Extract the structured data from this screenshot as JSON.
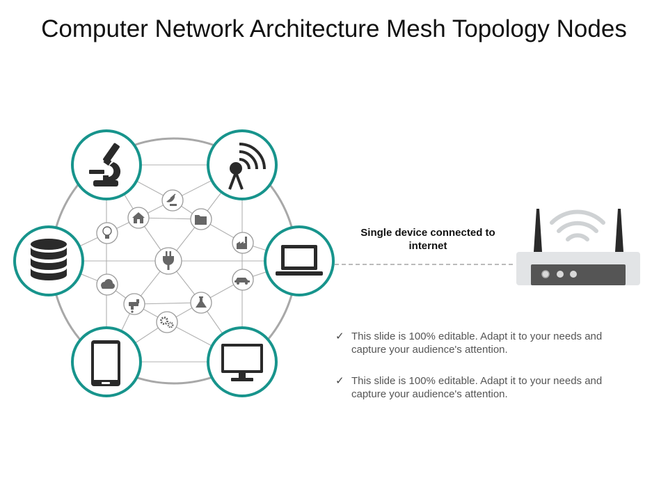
{
  "title": "Computer Network Architecture Mesh Topology Nodes",
  "router_label": "Single device connected to internet",
  "bullets": [
    "This slide is 100% editable. Adapt it to your needs and capture your audience's attention.",
    "This slide is 100% editable. Adapt it to your needs and capture your audience's attention."
  ],
  "colors": {
    "accent": "#17948c",
    "mesh_line": "#b0b0b0",
    "big_circle": "#a8a8a8",
    "small_node_border": "#9a9a9a",
    "icon": "#2a2a2a",
    "router_body": "#e2e4e6",
    "router_panel": "#555555"
  },
  "outer_nodes": [
    {
      "icon": "microscope-icon"
    },
    {
      "icon": "satellite-antenna-icon"
    },
    {
      "icon": "database-icon"
    },
    {
      "icon": "laptop-icon"
    },
    {
      "icon": "smartphone-icon"
    },
    {
      "icon": "monitor-icon"
    }
  ],
  "inner_nodes": [
    {
      "icon": "satellite-dish-icon"
    },
    {
      "icon": "home-icon"
    },
    {
      "icon": "folder-icon"
    },
    {
      "icon": "lightbulb-icon"
    },
    {
      "icon": "factory-icon"
    },
    {
      "icon": "plug-icon"
    },
    {
      "icon": "car-icon"
    },
    {
      "icon": "cloud-icon"
    },
    {
      "icon": "faucet-icon"
    },
    {
      "icon": "flask-icon"
    },
    {
      "icon": "gears-icon"
    }
  ],
  "router": {
    "icon": "wifi-router-icon"
  }
}
